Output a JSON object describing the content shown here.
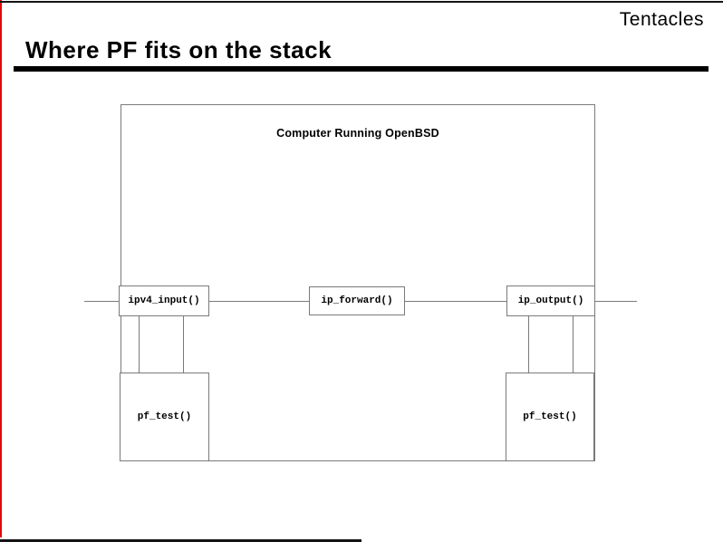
{
  "slide": {
    "corner_label": "Tentacles",
    "title": "Where PF fits on the stack"
  },
  "diagram": {
    "container_label": "Computer Running OpenBSD",
    "nodes": [
      {
        "id": "ipv4_input",
        "label": "ipv4_input()"
      },
      {
        "id": "ip_forward",
        "label": "ip_forward()"
      },
      {
        "id": "ip_output",
        "label": "ip_output()"
      },
      {
        "id": "pf_test_left",
        "label": "pf_test()"
      },
      {
        "id": "pf_test_right",
        "label": "pf_test()"
      }
    ]
  },
  "colors": {
    "accent_left_border": "#f00000",
    "slide_rule_black": "#141414",
    "diagram_line_gray": "#7a7a7a",
    "text": "#000000"
  }
}
